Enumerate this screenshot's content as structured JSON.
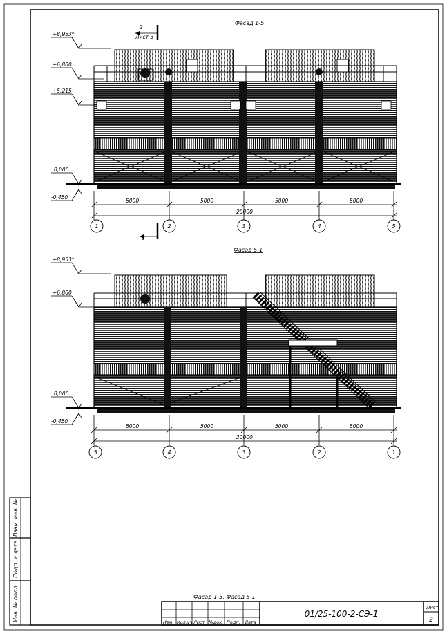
{
  "views": [
    {
      "title": "Фасад 1-5",
      "levels": [
        "+8,953*",
        "+6,800",
        "+5,215",
        "0,000",
        "-0,450"
      ],
      "axes": [
        "1",
        "2",
        "3",
        "4",
        "5"
      ],
      "spans": [
        "5000",
        "5000",
        "5000",
        "5000"
      ],
      "total": "20000",
      "section_mark": {
        "number": "2",
        "sheet": "Лист 3"
      },
      "section_mark_bottom": "2"
    },
    {
      "title": "Фасад 5-1",
      "levels": [
        "+8,953*",
        "+6,800",
        "0,000",
        "-0,450"
      ],
      "axes": [
        "5",
        "4",
        "3",
        "2",
        "1"
      ],
      "spans": [
        "5000",
        "5000",
        "5000",
        "5000"
      ],
      "total": "20000"
    }
  ],
  "side_stamp": {
    "inv_podl": "Инв. № подл.",
    "podp_data": "Подп. и дата",
    "vzam_inv": "Взам. инв. №"
  },
  "title_block": {
    "drawing_name": "Фасад 1-5, Фасад 5-1",
    "code": "01/25-100-2-СЭ-1",
    "sheet_label": "Лист",
    "sheet_number": "2",
    "columns": [
      "Изм.",
      "Кол.уч.",
      "Лист",
      "№док.",
      "Подп.",
      "Дата"
    ]
  }
}
